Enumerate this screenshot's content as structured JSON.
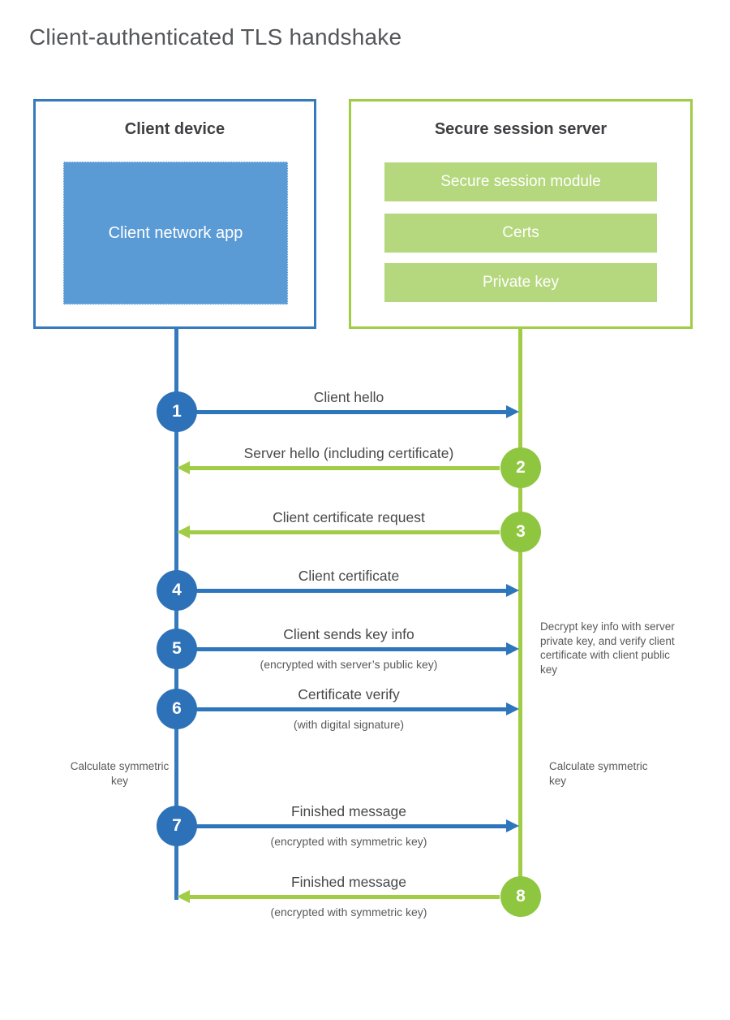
{
  "title": "Client-authenticated TLS handshake",
  "client": {
    "title": "Client device",
    "app_label": "Client network app"
  },
  "server": {
    "title": "Secure session server",
    "modules": [
      "Secure session module",
      "Certs",
      "Private key"
    ]
  },
  "messages": [
    {
      "num": "1",
      "label": "Client hello",
      "direction": "client-to-server"
    },
    {
      "num": "2",
      "label": "Server hello (including certificate)",
      "direction": "server-to-client"
    },
    {
      "num": "3",
      "label": "Client certificate request",
      "direction": "server-to-client"
    },
    {
      "num": "4",
      "label": "Client certificate",
      "direction": "client-to-server"
    },
    {
      "num": "5",
      "label": "Client sends key info",
      "sub": "(encrypted with server’s public key)",
      "direction": "client-to-server"
    },
    {
      "num": "6",
      "label": "Certificate verify",
      "sub": "(with digital signature)",
      "direction": "client-to-server"
    },
    {
      "num": "7",
      "label": "Finished message",
      "sub": "(encrypted with symmetric key)",
      "direction": "client-to-server"
    },
    {
      "num": "8",
      "label": "Finished message",
      "sub": "(encrypted with symmetric key)",
      "direction": "server-to-client"
    }
  ],
  "notes": {
    "decrypt": "Decrypt key info with server private key, and verify client certificate with client public key",
    "calc_left": "Calculate symmetric key",
    "calc_right": "Calculate symmetric key"
  },
  "colors": {
    "blue_circle": "#2d71b8",
    "blue_line": "#2e76bc",
    "blue_fill": "#5b9bd5",
    "green_circle": "#8ec63f",
    "green_line": "#a0cc46",
    "green_fill": "#b5d87e"
  }
}
